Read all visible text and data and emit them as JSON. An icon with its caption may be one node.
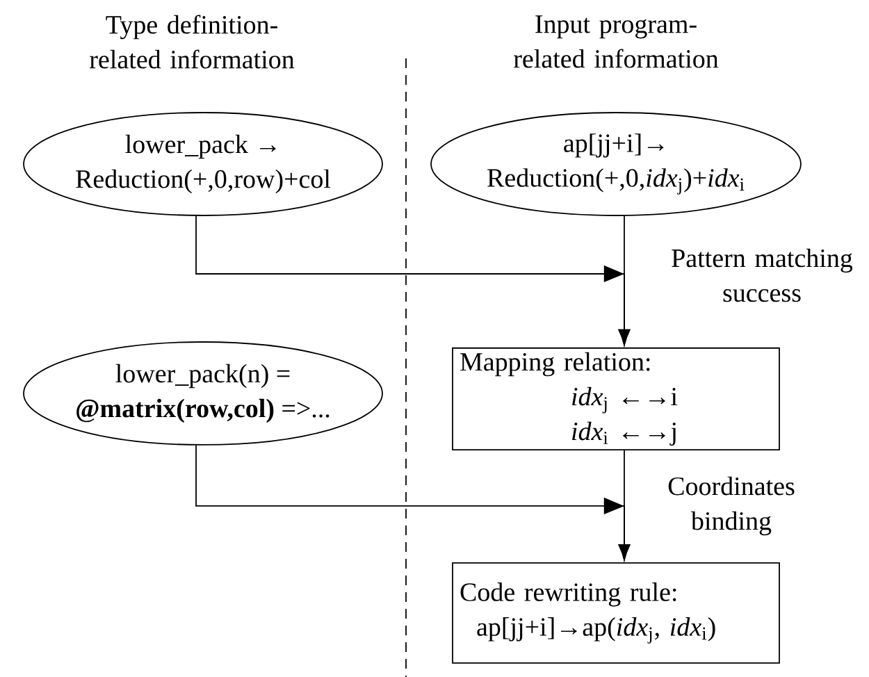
{
  "diagram": {
    "nodes": [
      {
        "text": [
          "lower_pack → Reduction(+,0,row)+col"
        ]
      },
      {
        "text": [
          "ap[jj+i]→ Reduction(+,0,*idx*$_{j}$)+*idx*$_{i}$"
        ]
      },
      {
        "text": [
          "lower_pack(n) = **@matrix(row,col)** =>..."
        ]
      },
      {
        "text": [
          "Mapping relation:",
          "*idx*$_{j}$ ←→i",
          "*idx*$_{i}$ ←→j"
        ]
      },
      {
        "text": [
          "Code rewriting rule:",
          "ap[jj+i]→ap(*idx*$_{j}$, *idx*$_{i}$)"
        ]
      }
    ],
    "edges": [
      {
        "from": 0,
        "to": 3,
        "arrow": "to"
      },
      {
        "from": 1,
        "to": 3,
        "arrow": "to",
        "label": "Pattern matching success"
      },
      {
        "from": 2,
        "to": 4,
        "arrow": "to"
      },
      {
        "from": 3,
        "to": 4,
        "arrow": "to",
        "label": "Coordinates binding"
      }
    ],
    "labels": [
      "Type definition- related information",
      "Input program- related information"
    ]
  }
}
